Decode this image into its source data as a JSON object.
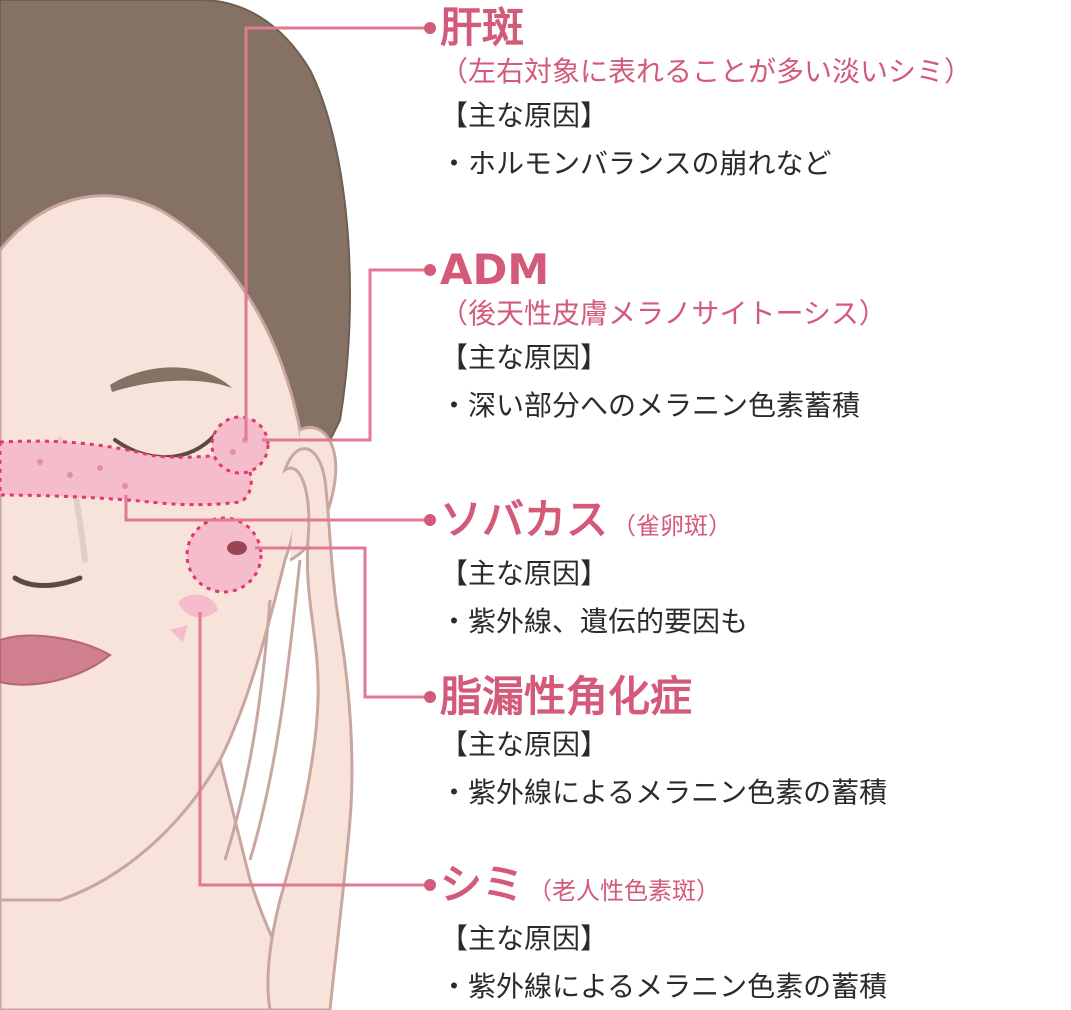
{
  "colors": {
    "accent": "#d45a7a",
    "connector": "#e07a94",
    "dotted_outline": "#e0386a",
    "hair": "#857264",
    "skin": "#f7e3d9",
    "skin_outline": "#c9a7a0",
    "highlight": "#f5bccb"
  },
  "labels": [
    {
      "title": "肝斑",
      "subtitle": "（左右対象に表れることが多い淡いシミ）",
      "cause_head": "【主な原因】",
      "cause_item": "・ホルモンバランスの崩れなど"
    },
    {
      "title": "ADM",
      "subtitle": "（後天性皮膚メラノサイトーシス）",
      "cause_head": "【主な原因】",
      "cause_item": "・深い部分へのメラニン色素蓄積"
    },
    {
      "title": "ソバカス",
      "title_sub": "（雀卵斑）",
      "cause_head": "【主な原因】",
      "cause_item": "・紫外線、遺伝的要因も"
    },
    {
      "title": "脂漏性角化症",
      "cause_head": "【主な原因】",
      "cause_item": "・紫外線によるメラニン色素の蓄積"
    },
    {
      "title": "シミ",
      "title_sub": "（老人性色素斑）",
      "cause_head": "【主な原因】",
      "cause_item": "・紫外線によるメラニン色素の蓄積"
    }
  ]
}
